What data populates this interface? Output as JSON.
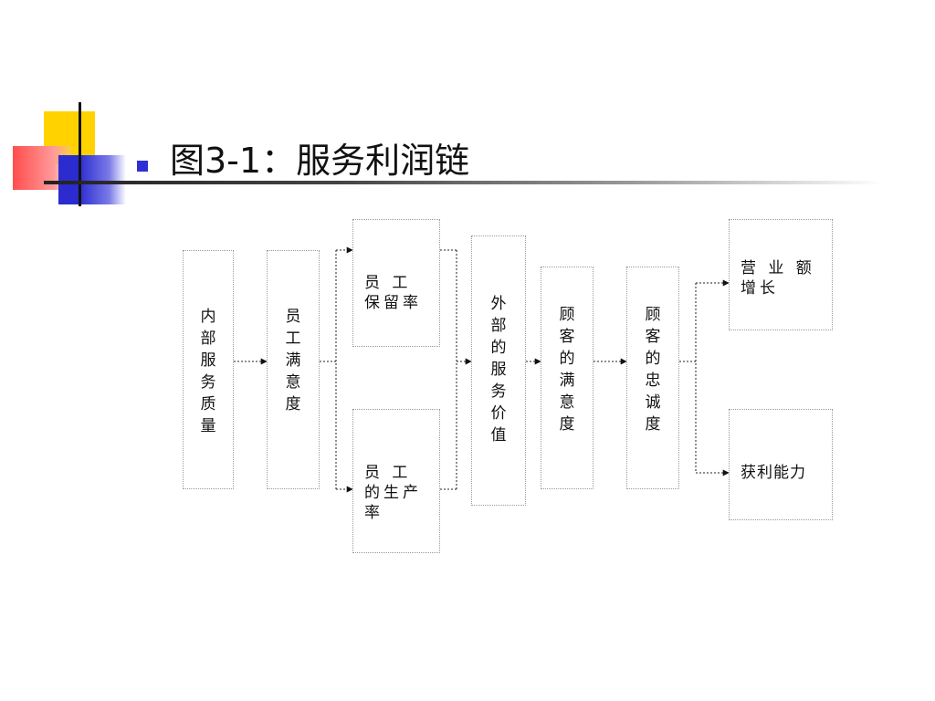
{
  "slide": {
    "title": "图3-1：服务利润链"
  },
  "colors": {
    "deco_yellow": "#ffd200",
    "deco_red": "#ff5a5a",
    "deco_blue": "#2b2bd0",
    "bullet": "#2f2fd6"
  },
  "diagram": {
    "nodes": {
      "internal_quality": "内部服务质量",
      "employee_satisfaction": "员工满意度",
      "employee_retention": "员 工 保留率",
      "employee_productivity": "员 工 的生产率",
      "external_value": "外部的服务价值",
      "customer_satisfaction": "顾客的满意度",
      "customer_loyalty": "顾客的忠诚度",
      "revenue_growth": "营 业 额 增长",
      "profitability": "获利能力"
    }
  }
}
